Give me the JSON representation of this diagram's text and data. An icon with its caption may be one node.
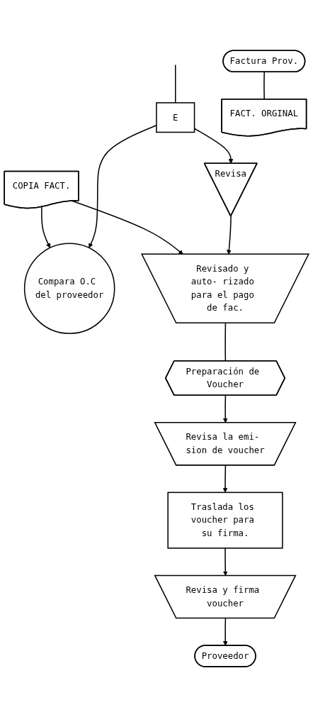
{
  "diagram": {
    "nodes": [
      {
        "text": [
          "E"
        ]
      },
      {
        "text": [
          "Factura Prov."
        ]
      },
      {
        "text": [
          "FACT. ORGINAL"
        ]
      },
      {
        "text": [
          "COPIA FACT."
        ]
      },
      {
        "text": [
          "Compara O.C del proveedor"
        ]
      },
      {
        "text": [
          "Revisa"
        ]
      },
      {
        "text": [
          "Revisado y auto- rizado para el pago de fac."
        ]
      },
      {
        "text": [
          "Preparación de Voucher"
        ]
      },
      {
        "text": [
          "Revisa la emi- sion de voucher"
        ]
      },
      {
        "text": [
          "Traslada los voucher para su firma."
        ]
      },
      {
        "text": [
          "Revisa y firma voucher"
        ]
      },
      {
        "text": [
          "Proveedor"
        ]
      }
    ],
    "edges": [
      {
        "from": null,
        "to": 0,
        "arrow": "none"
      },
      {
        "from": 1,
        "to": 2,
        "arrow": "none"
      },
      {
        "from": 3,
        "to": 4,
        "arrow": "to"
      },
      {
        "from": 0,
        "to": 4,
        "arrow": "to"
      },
      {
        "from": 0,
        "to": 5,
        "arrow": "to"
      },
      {
        "from": 3,
        "to": 6,
        "arrow": "to"
      },
      {
        "from": 5,
        "to": 6,
        "arrow": "to"
      },
      {
        "from": 6,
        "to": 7,
        "arrow": "none"
      },
      {
        "from": 7,
        "to": 8,
        "arrow": "to"
      },
      {
        "from": 8,
        "to": 9,
        "arrow": "to"
      },
      {
        "from": 9,
        "to": 10,
        "arrow": "to"
      },
      {
        "from": 10,
        "to": 11,
        "arrow": "to"
      }
    ]
  }
}
